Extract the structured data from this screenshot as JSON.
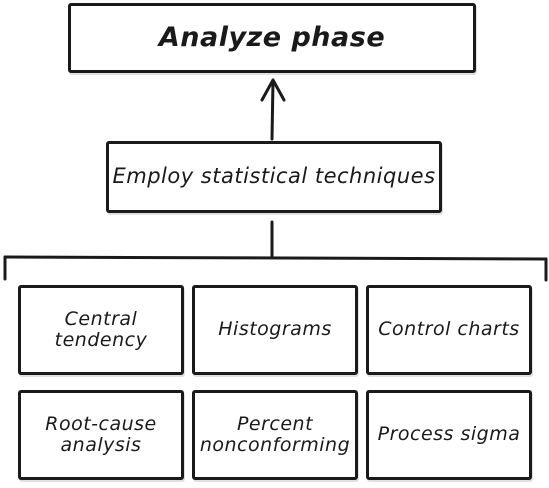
{
  "diagram": {
    "top_node": {
      "label": "Analyze phase"
    },
    "middle_node": {
      "label": "Employ statistical techniques"
    },
    "techniques": [
      {
        "label": "Central tendency"
      },
      {
        "label": "Histograms"
      },
      {
        "label": "Control charts"
      },
      {
        "label": "Root-cause analysis"
      },
      {
        "label": "Percent nonconforming"
      },
      {
        "label": "Process sigma"
      }
    ]
  }
}
